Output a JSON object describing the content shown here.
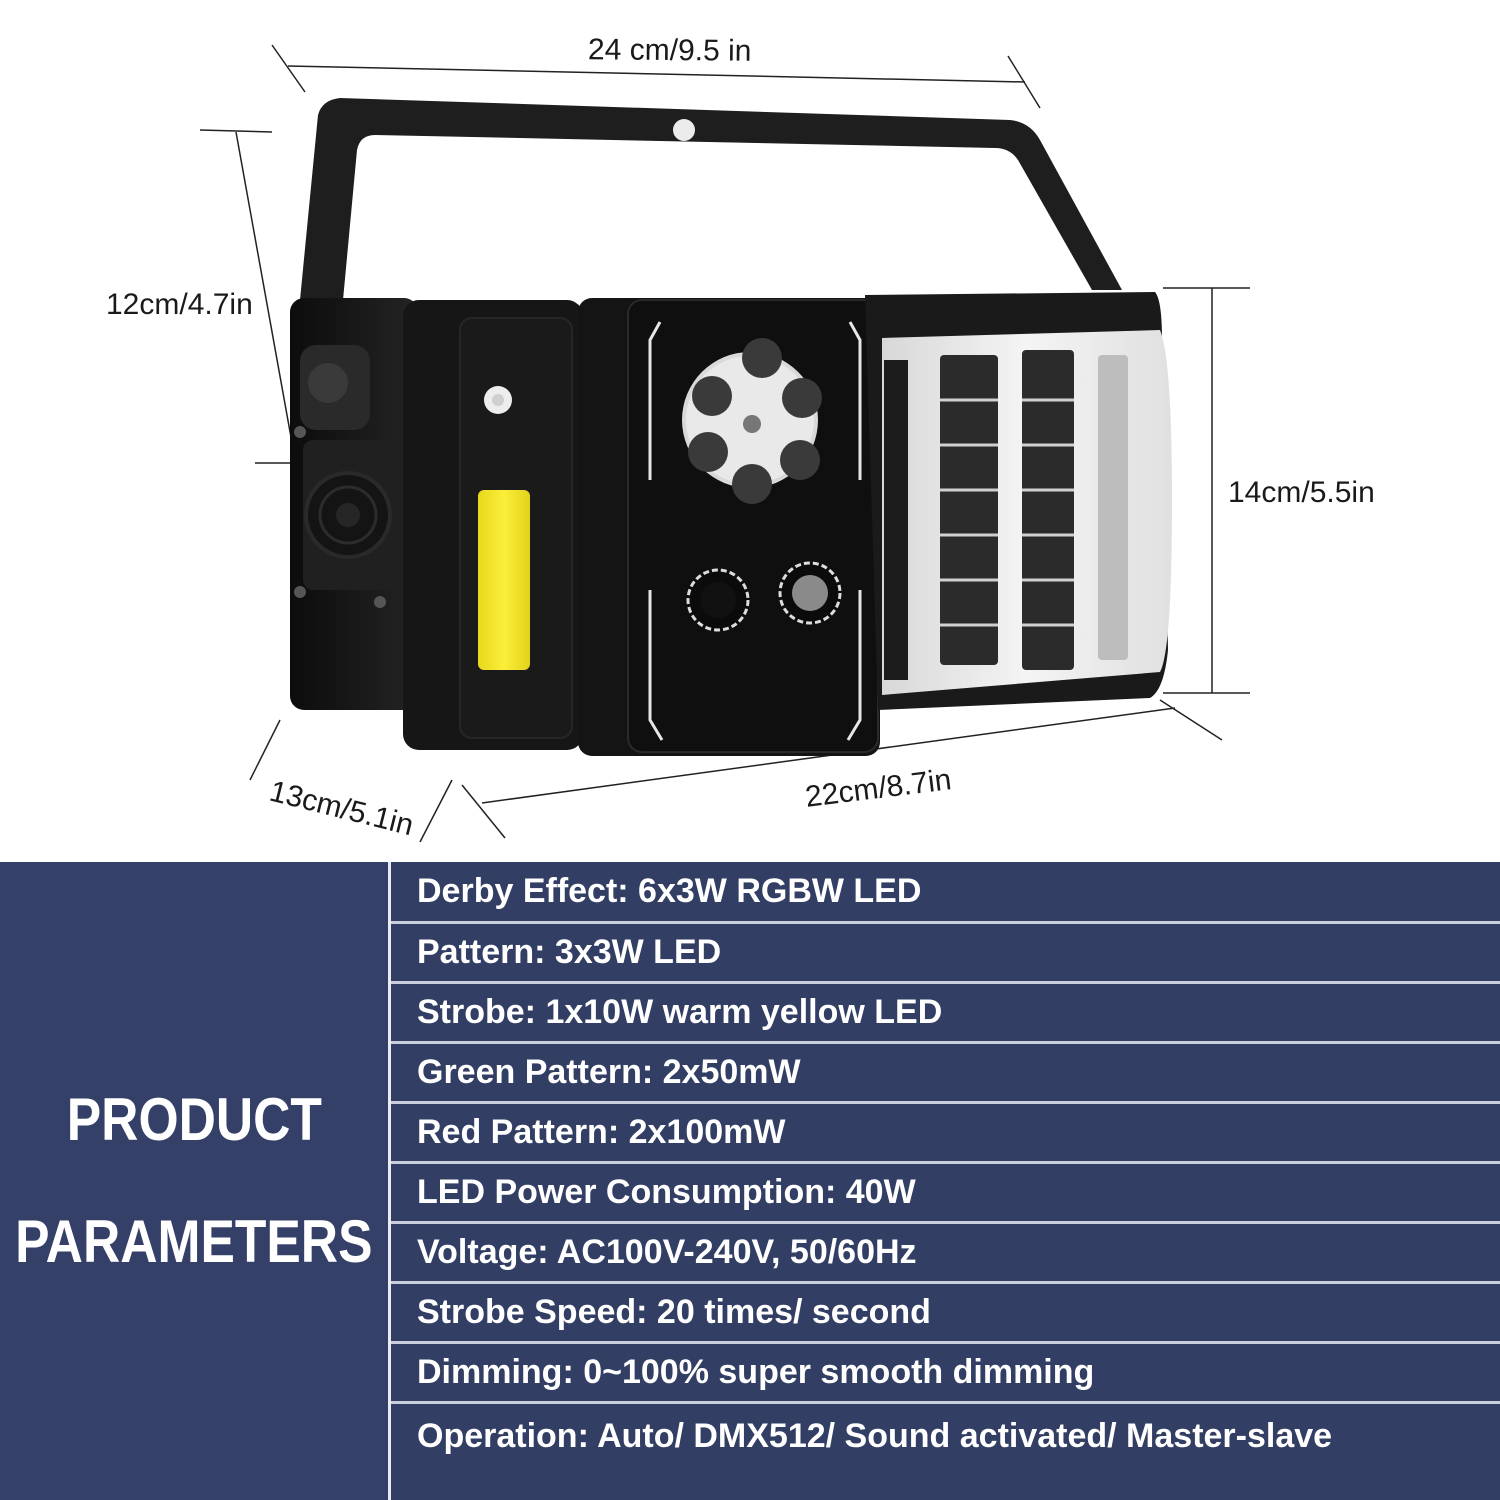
{
  "dimensions": {
    "top_width": "24 cm/9.5 in",
    "handle_height": "12cm/4.7in",
    "body_height": "14cm/5.5in",
    "depth": "13cm/5.1in",
    "bottom_width": "22cm/8.7in"
  },
  "params": {
    "title_line1": "PRODUCT",
    "title_line2": "PARAMETERS",
    "rows": [
      "Derby Effect: 6x3W RGBW LED",
      "Pattern: 3x3W LED",
      "Strobe: 1x10W warm yellow LED",
      "Green Pattern: 2x50mW",
      "Red Pattern: 2x100mW",
      "LED Power Consumption: 40W",
      "Voltage: AC100V-240V, 50/60Hz",
      "Strobe Speed: 20 times/ second",
      "Dimming: 0~100% super smooth dimming",
      "Operation: Auto/ DMX512/ Sound activated/ Master-slave"
    ]
  },
  "colors": {
    "panel_bg": "#323e63",
    "title_bg": "#354069",
    "strobe_yellow": "#f5e626",
    "device_black": "#141414"
  }
}
